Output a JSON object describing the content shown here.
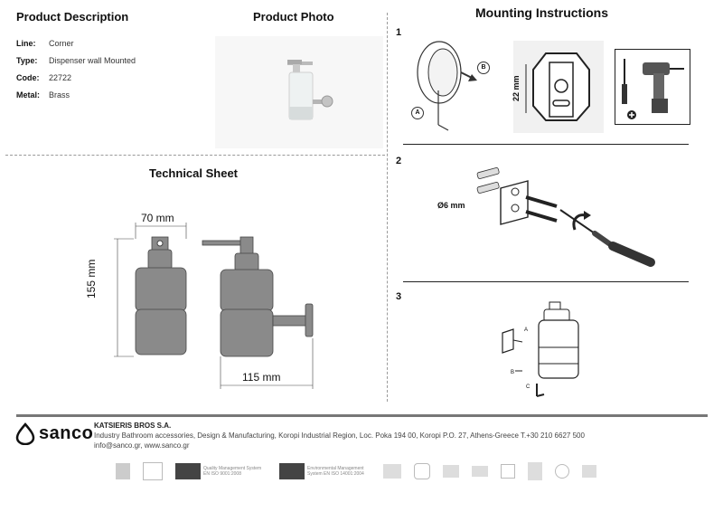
{
  "product_description": {
    "title": "Product Description",
    "specs": [
      {
        "label": "Line:",
        "value": "Corner"
      },
      {
        "label": "Type:",
        "value": "Dispenser wall Mounted"
      },
      {
        "label": "Code:",
        "value": "22722"
      },
      {
        "label": "Metal:",
        "value": "Brass"
      }
    ]
  },
  "product_photo": {
    "title": "Product Photo"
  },
  "technical_sheet": {
    "title": "Technical Sheet",
    "dim_width": "70 mm",
    "dim_height": "155 mm",
    "dim_depth": "115 mm"
  },
  "mounting": {
    "title": "Mounting Instructions",
    "steps": [
      "1",
      "2",
      "3"
    ],
    "callout_a": "A",
    "callout_b": "B",
    "dim_22": "22 mm",
    "dim_6": "Ø6 mm",
    "labels_step3": {
      "a": "A",
      "b": "B",
      "c": "C"
    }
  },
  "footer": {
    "brand": "sanco",
    "company_name": "KATSIERIS BROS S.A.",
    "company_line": "Industry Bathroom accessories, Design & Manufacturing, Koropi Industrial Region, Loc. Poka 194 00, Koropi P.O. 27, Athens-Greece   T.+30 210 6627 500",
    "company_contact": "info@sanco.gr, www.sanco.gr",
    "iso9001": "Quality Management System EN ISO 9001:2008",
    "iso14001": "Environmental Management System EN ISO 14001:2004"
  },
  "colors": {
    "metal": "#8a8a8a",
    "dark": "#555555",
    "accent": "#1e3a6e"
  }
}
